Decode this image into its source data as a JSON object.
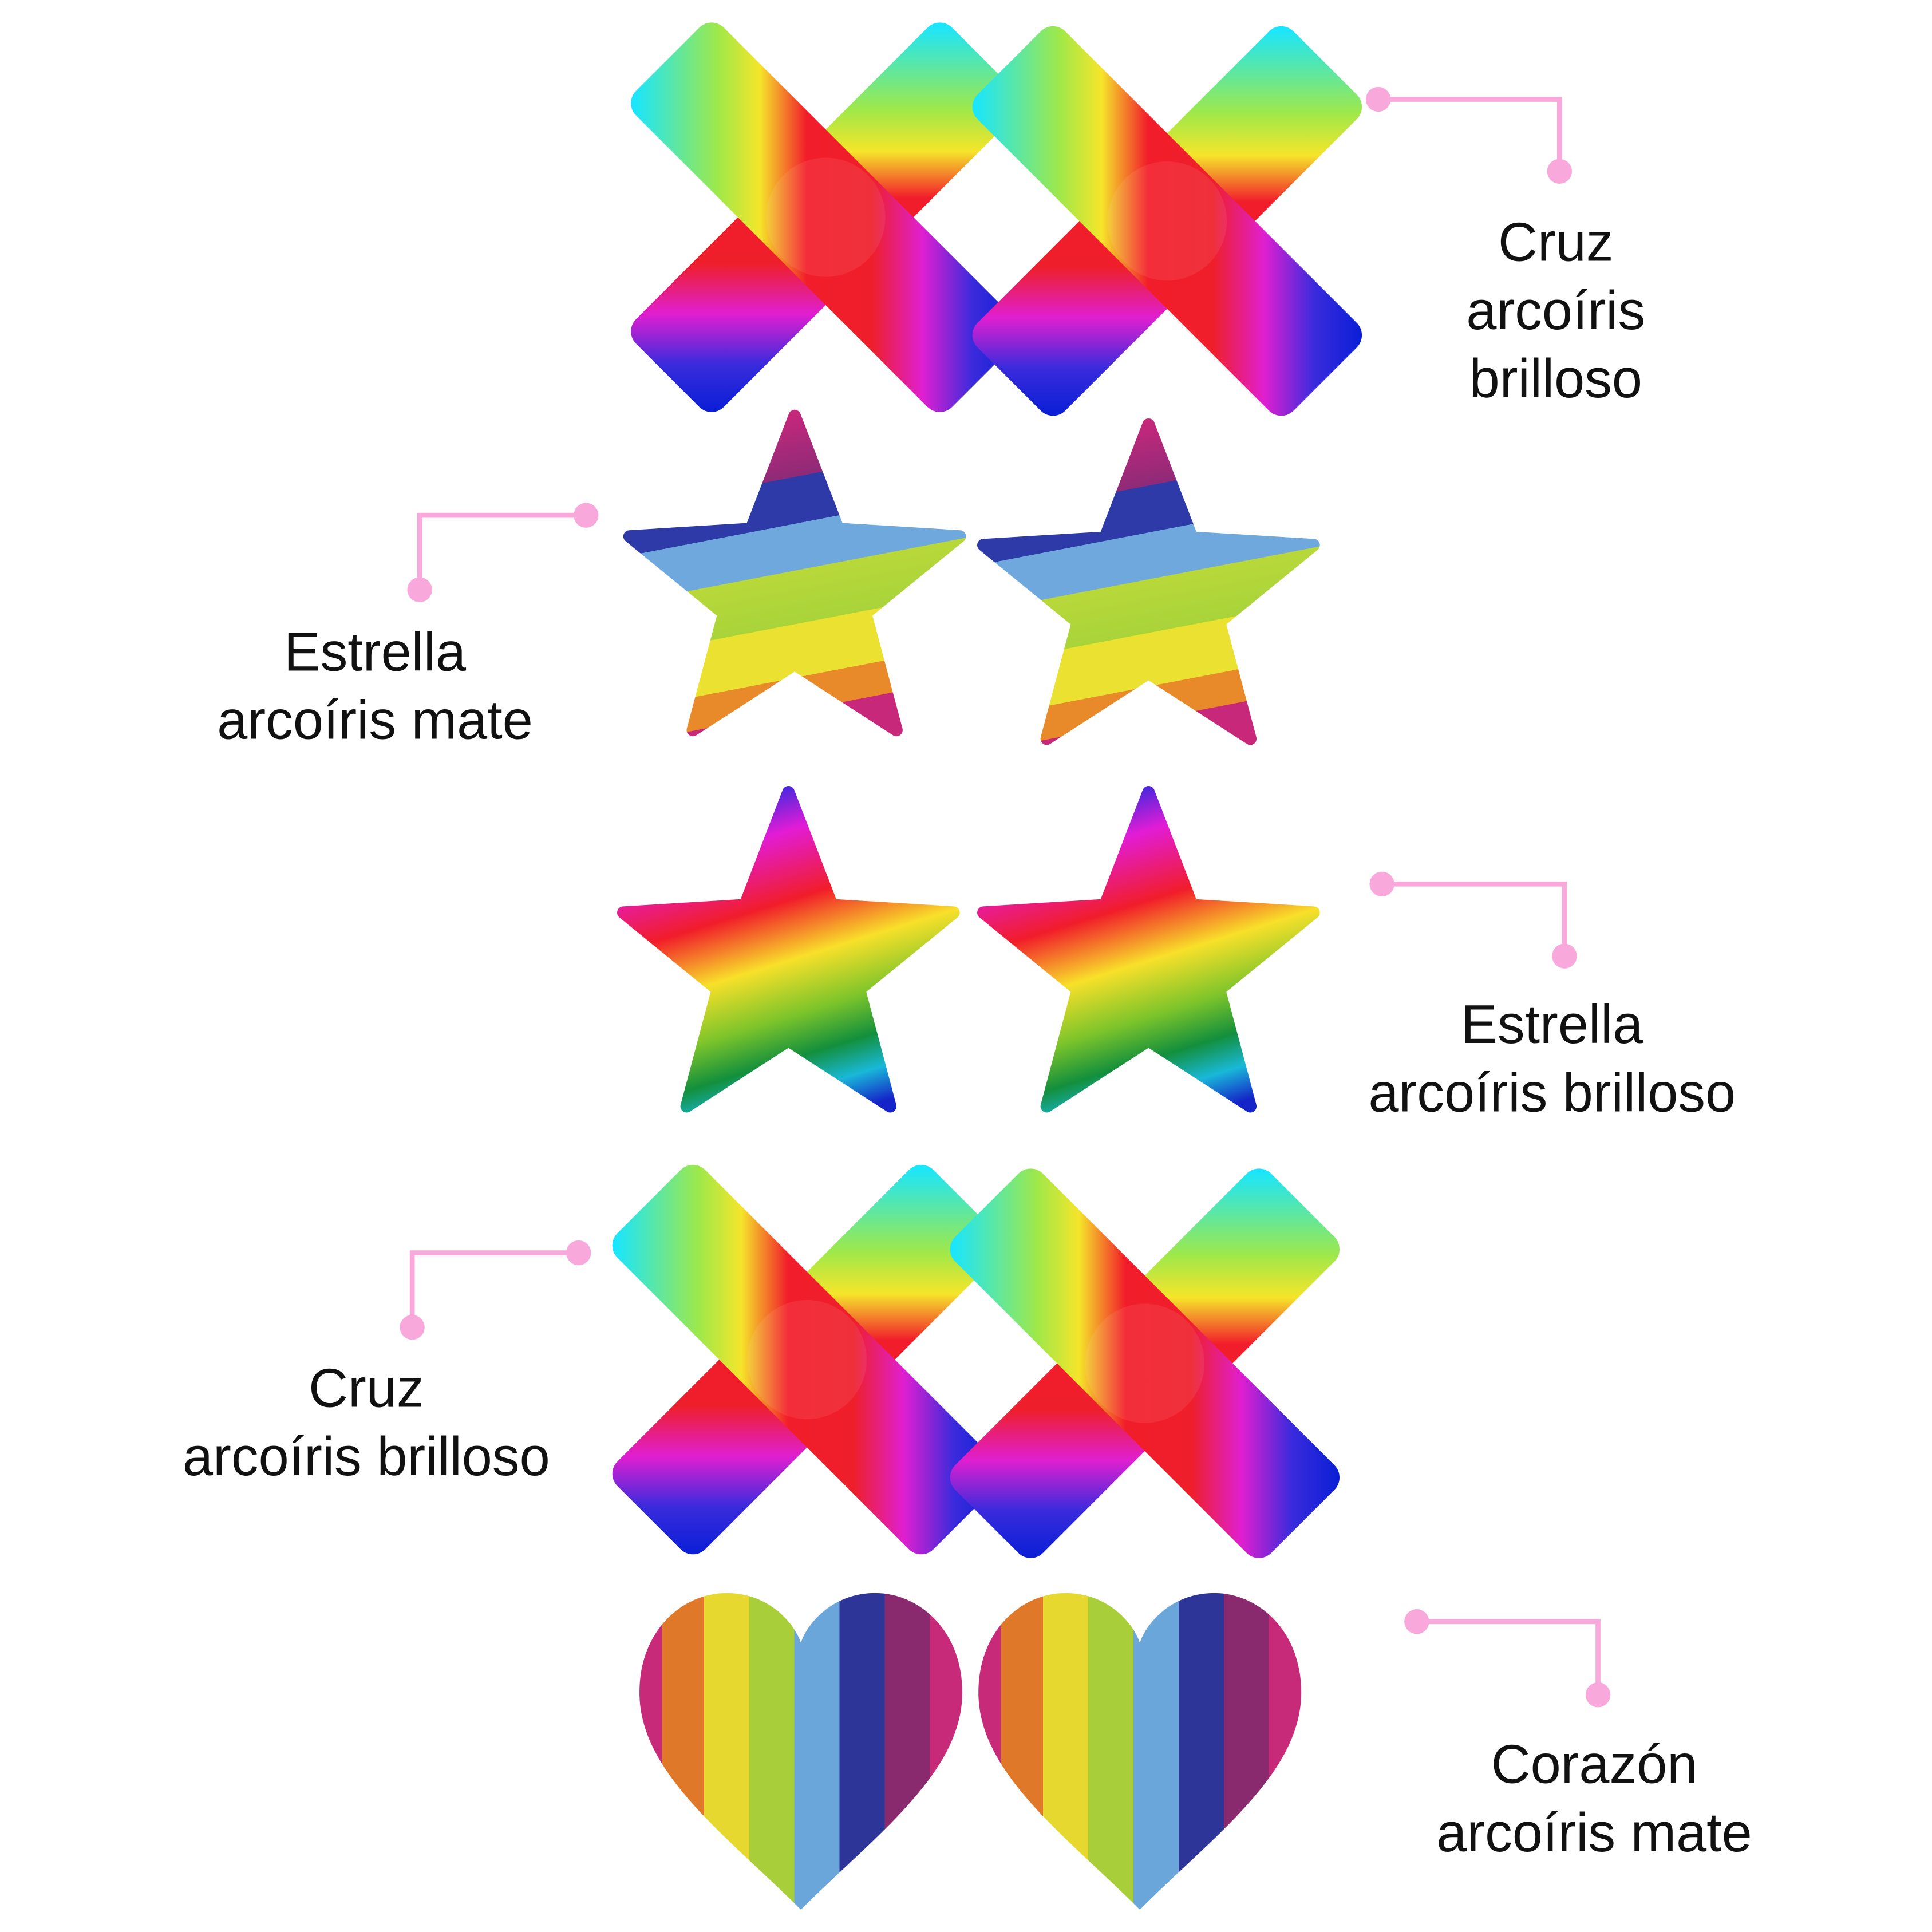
{
  "labels": [
    {
      "lines": [
        "Cruz",
        "arcoíris",
        "brilloso"
      ]
    },
    {
      "lines": [
        "Estrella",
        "arcoíris mate"
      ]
    },
    {
      "lines": [
        "Estrella",
        "arcoíris brilloso"
      ]
    },
    {
      "lines": [
        "Cruz",
        "arcoíris brilloso"
      ]
    },
    {
      "lines": [
        "Corazón",
        "arcoíris mate"
      ]
    }
  ],
  "colors": {
    "connector": "#f9a8dc",
    "text": "#111111"
  }
}
